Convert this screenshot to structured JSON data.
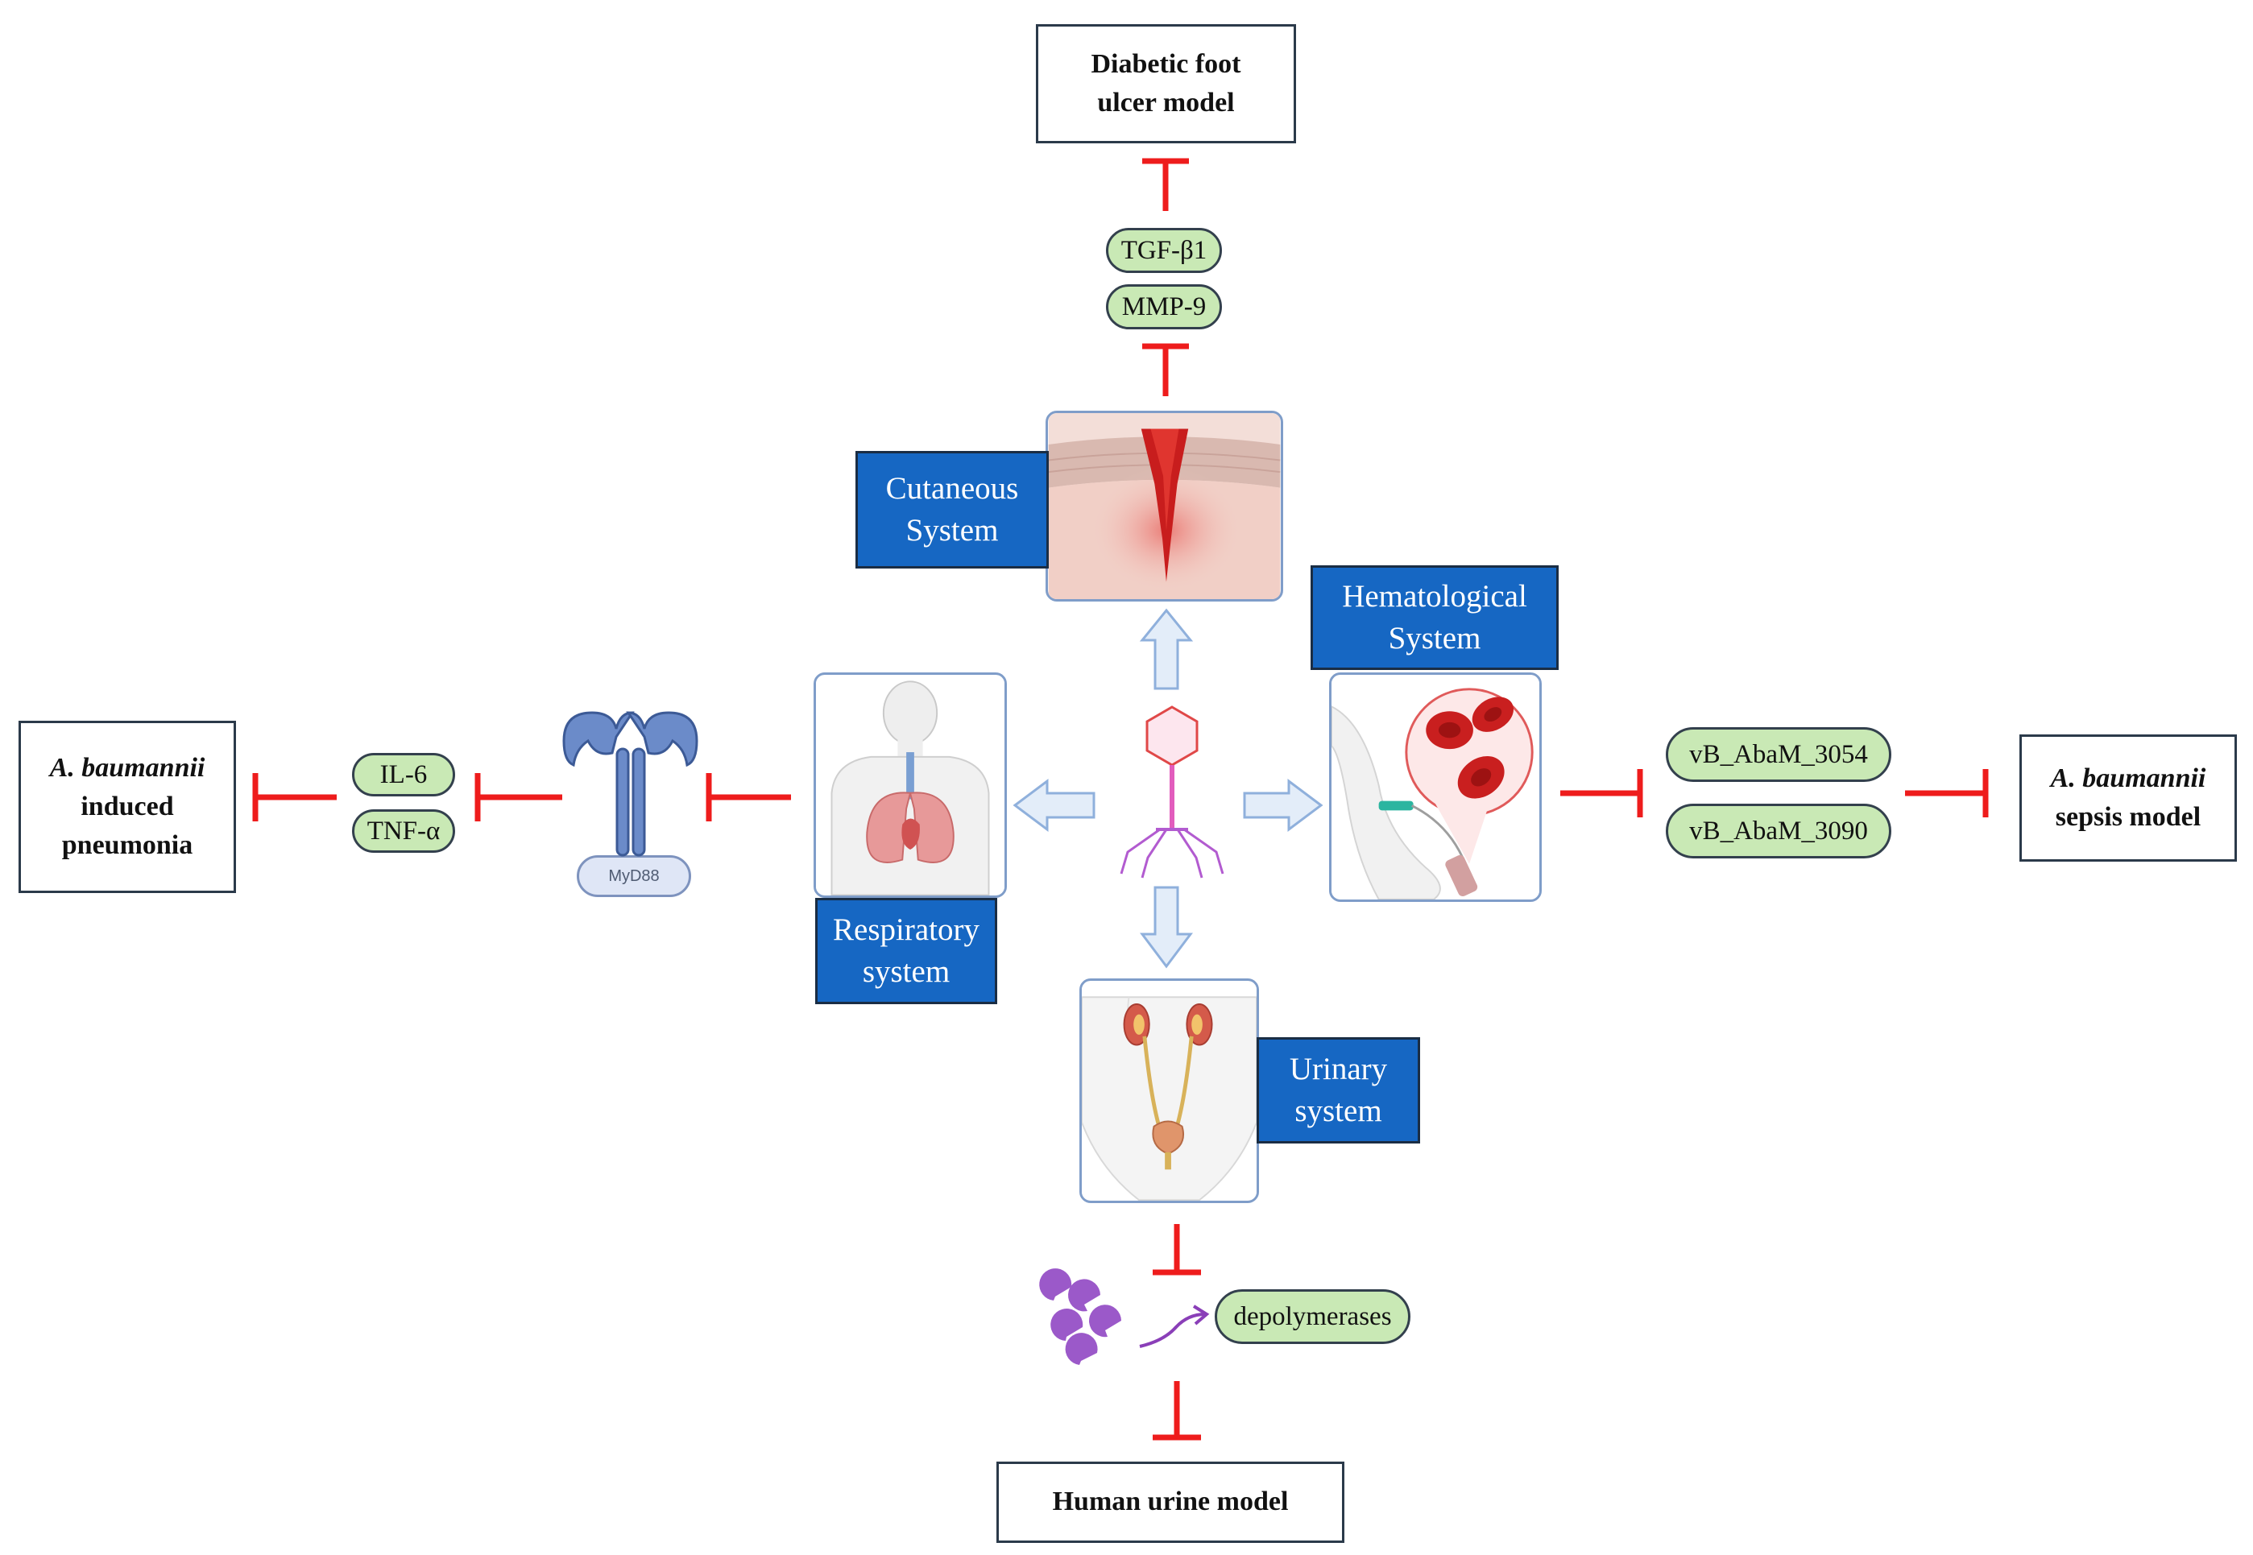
{
  "models": {
    "diabetic_foot": {
      "line1": "Diabetic foot",
      "line2": "ulcer model"
    },
    "pneumonia": {
      "line1": "A. baumannii",
      "line2": "induced",
      "line3": "pneumonia"
    },
    "sepsis": {
      "line1": "A. baumannii",
      "line2": "sepsis model"
    },
    "urine": {
      "line1": "Human urine model"
    }
  },
  "markers": {
    "tgf": "TGF-β1",
    "mmp": "MMP-9",
    "il6": "IL-6",
    "tnf": "TNF-α",
    "vb3054": "vB_AbaM_3054",
    "vb3090": "vB_AbaM_3090",
    "depolymerases": "depolymerases"
  },
  "systems": {
    "cutaneous": {
      "line1": "Cutaneous",
      "line2": "System"
    },
    "hematological": {
      "line1": "Hematological",
      "line2": "System"
    },
    "respiratory": {
      "line1": "Respiratory",
      "line2": "system"
    },
    "urinary": {
      "line1": "Urinary",
      "line2": "system"
    }
  },
  "receptor": {
    "label": "MyD88"
  },
  "colors": {
    "inhibition": "#ee1c1c",
    "system_label": "#1667c3",
    "marker_fill": "#c9e9b5",
    "arrow_fill": "#e3edf9",
    "arrow_stroke": "#8fb0dc",
    "phage": "#e45080",
    "enzyme": "#9b59c9"
  },
  "icons": [
    "bacteriophage-icon",
    "myd88-receptor-icon",
    "depolymerase-enzyme-icon",
    "skin-wound-icon",
    "lungs-icon",
    "blood-cells-icon",
    "urinary-tract-icon"
  ]
}
